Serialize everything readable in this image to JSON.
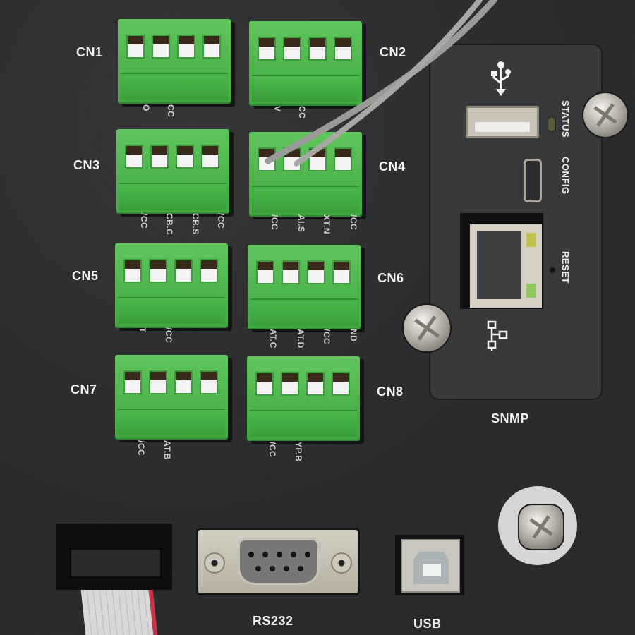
{
  "scene": {
    "description": "Rear panel of a UPS with green terminal block connectors, SNMP card, RS232 and USB ports",
    "colors": {
      "panel": "#2b2c2e",
      "terminal_green": "#4cb84b",
      "label_text": "#f2f2f2",
      "snmp_card": "#38393b"
    }
  },
  "connectors": {
    "cn1": {
      "label": "CN1",
      "pins": [
        "O",
        "CC"
      ]
    },
    "cn2": {
      "label": "CN2",
      "pins": [
        "V",
        "CC"
      ]
    },
    "cn3": {
      "label": "CN3",
      "pins": [
        "/CC",
        "CB.C",
        "CB.S",
        "/CC"
      ]
    },
    "cn4": {
      "label": "CN4",
      "pins": [
        "/CC",
        "AI.S",
        "XT.N",
        "/CC"
      ]
    },
    "cn5": {
      "label": "CN5",
      "pins": [
        "T",
        "/CC"
      ]
    },
    "cn6": {
      "label": "CN6",
      "pins": [
        "AT.C",
        "AT.D",
        "/CC",
        "ND"
      ]
    },
    "cn7": {
      "label": "CN7",
      "pins": [
        "/CC",
        "AT.B"
      ]
    },
    "cn8": {
      "label": "CN8",
      "pins": [
        "/CC",
        "YP.B"
      ]
    }
  },
  "snmp_card": {
    "title": "SNMP",
    "usb_icon": "usb-icon",
    "status_label": "STATUS",
    "config_label": "CONFIG",
    "reset_label": "RESET",
    "network_icon": "network-icon"
  },
  "bottom_ports": {
    "rs232_label": "RS232",
    "usb_label": "USB"
  }
}
